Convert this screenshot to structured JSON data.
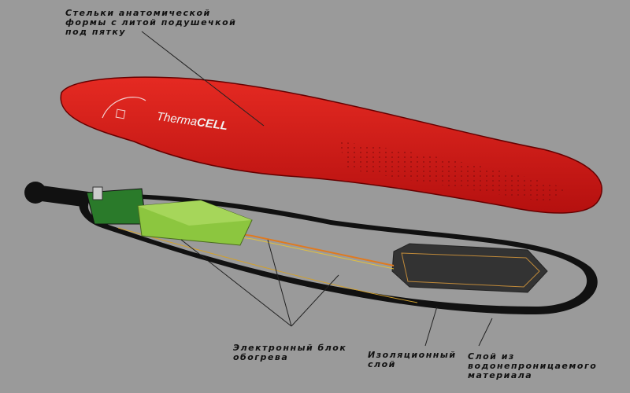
{
  "labels": {
    "insole": "Стельки анатомической\nформы с литой подушечкой\nпод пятку",
    "heating_unit": "Электронный блок\nобогрева",
    "insulation": "Изоляционный\nслой",
    "waterproof": "Слой из\nводонепроницаемого\nматериала"
  },
  "logo": {
    "thin": "Therma",
    "bold": "CELL"
  },
  "colors": {
    "background": "#9a9a9a",
    "insole": "#d81c1c",
    "battery": "#8cc63f"
  }
}
